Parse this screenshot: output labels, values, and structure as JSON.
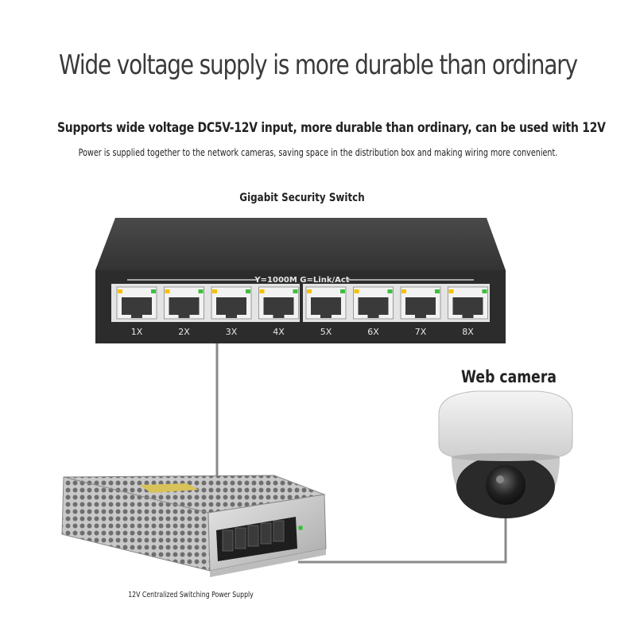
{
  "headline": "Wide voltage supply is more durable than ordinary",
  "subheading": "Supports wide voltage DC5V-12V input, more durable than ordinary, can be used with 12V",
  "description": "Power is supplied together to the network cameras, saving space in the distribution box and making wiring more convenient.",
  "switch": {
    "label": "Gigabit Security Switch",
    "panel_legend": "Y=1000M  G=Link/Act",
    "ports": [
      "1X",
      "2X",
      "3X",
      "4X",
      "5X",
      "6X",
      "7X",
      "8X"
    ]
  },
  "camera": {
    "label": "Web camera"
  },
  "power_supply": {
    "label": "12V Centralized Switching Power Supply"
  },
  "colors": {
    "switch_body": "#2c2c2c",
    "cable": "#8a8a8a",
    "led_yellow": "#f2c200",
    "led_green": "#3fbf3f"
  }
}
